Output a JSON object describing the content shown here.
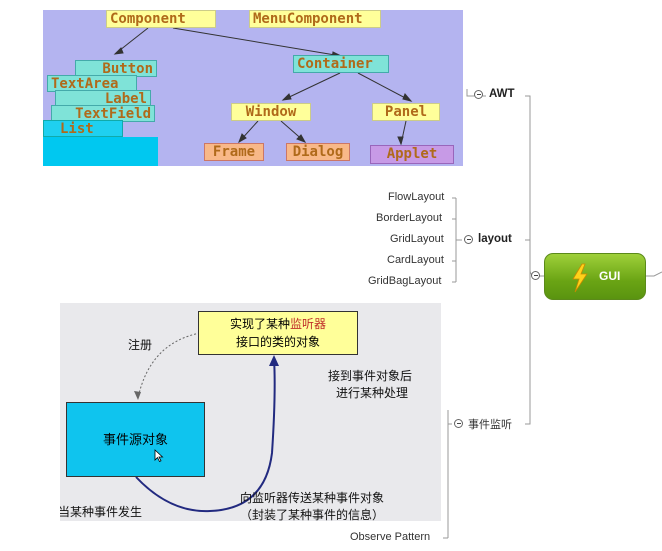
{
  "root": {
    "label": "GUI",
    "icon": "lightning-icon"
  },
  "branches": {
    "awt": {
      "label": "AWT"
    },
    "layout": {
      "label": "layout",
      "children": [
        "FlowLayout",
        "BorderLayout",
        "GridLayout",
        "CardLayout",
        "GridBagLayout"
      ]
    },
    "event": {
      "label": "事件监听",
      "children": [
        "Observe Pattern"
      ]
    }
  },
  "awt_image": {
    "classes": {
      "component": "Component",
      "menu_component": "MenuComponent",
      "button": "Button",
      "textarea": "TextArea",
      "label": "Label",
      "textfield": "TextField",
      "list": "List",
      "container": "Container",
      "window": "Window",
      "panel": "Panel",
      "frame": "Frame",
      "dialog": "Dialog",
      "applet": "Applet"
    }
  },
  "event_image": {
    "listener_line1_a": "实现了某种",
    "listener_line1_b": "监听器",
    "listener_line2": "接口的类的对象",
    "register": "注册",
    "source": "事件源对象",
    "after_receive_1": "接到事件对象后",
    "after_receive_2": "进行某种处理",
    "send_1": "向监听器传送某种事件对象",
    "send_2": "（封装了某种事件的信息）",
    "occur": "当某种事件发生"
  }
}
